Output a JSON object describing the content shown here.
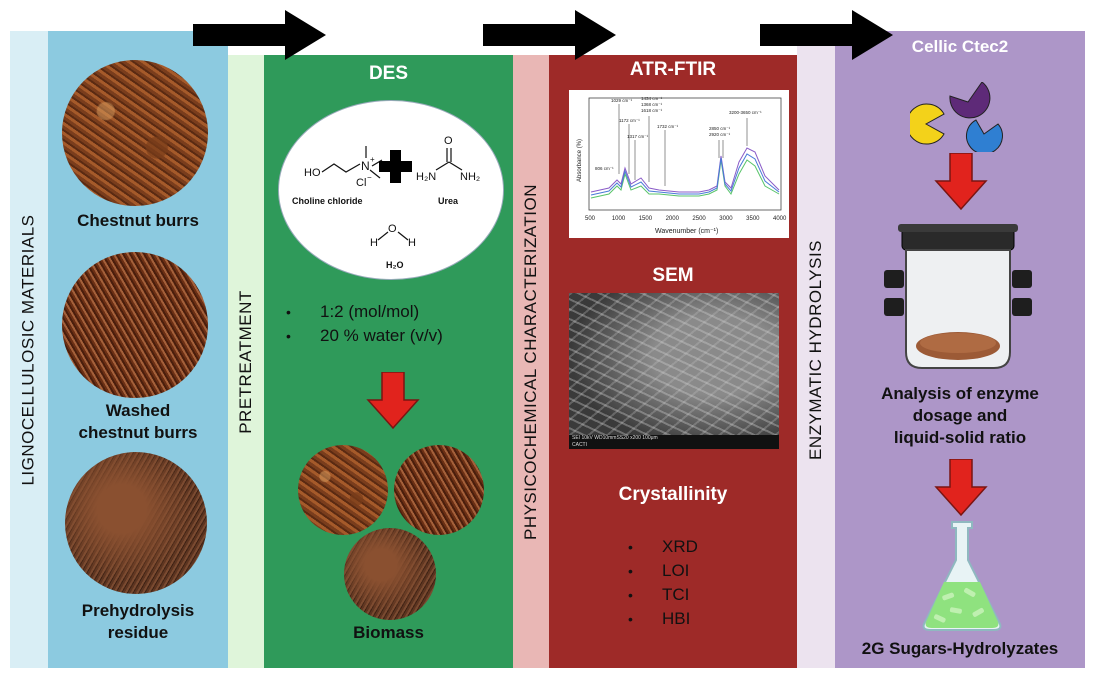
{
  "strips": {
    "lignocellulosic": "LIGNOCELLULOSIC MATERIALS",
    "pretreatment": "PRETREATMENT",
    "physicochemical": "PHYSICOCHEMICAL CHARACTERIZATION",
    "enzymatic": "ENZYMATIC HYDROLYSIS"
  },
  "materials": {
    "chestnut_burrs": "Chestnut burrs",
    "washed_line1": "Washed",
    "washed_line2": "chestnut burrs",
    "prehydrolysis_line1": "Prehydrolysis",
    "prehydrolysis_line2": "residue"
  },
  "des": {
    "title": "DES",
    "choline_label": "Choline chloride",
    "urea_label": "Urea",
    "water_label": "H₂O",
    "chem": {
      "ho": "HO",
      "n": "N",
      "plus": "+",
      "cl": "Cl",
      "minus": "−",
      "h2n": "H₂N",
      "nh2": "NH₂",
      "o": "O",
      "h": "H"
    },
    "bullets": [
      "1:2 (mol/mol)",
      "20 % water (v/v)"
    ],
    "biomass": "Biomass"
  },
  "physchem": {
    "ftir_title": "ATR-FTIR",
    "sem_title": "SEM",
    "crystallinity_title": "Crystallinity",
    "crystallinity_items": [
      "XRD",
      "LOI",
      "TCI",
      "HBI"
    ],
    "ftir": {
      "ylabel": "Absorbance (%)",
      "xlabel": "Wavenumber (cm⁻¹)",
      "ticks": [
        "500",
        "1000",
        "1500",
        "2000",
        "2500",
        "3000",
        "3500",
        "4000"
      ],
      "annotations": [
        "1029 cm⁻¹",
        "1434 cm⁻¹",
        "1368 cm⁻¹",
        "1618 cm⁻¹",
        "1172 cm⁻¹",
        "1317 cm⁻¹",
        "1732 cm⁻¹",
        "806 cm⁻¹",
        "2850 cm⁻¹",
        "2920 cm⁻¹",
        "3200-3650 cm⁻¹"
      ]
    },
    "sem_info": {
      "line1": "SEI   10kV   WD10mmSS20   x200   100μm",
      "line2": "CACTI"
    }
  },
  "enzyme": {
    "title": "Cellic Ctec2",
    "analysis_line1": "Analysis of enzyme",
    "analysis_line2": "dosage and",
    "analysis_line3": "liquid-solid ratio",
    "result": "2G Sugars-Hydrolyzates"
  },
  "colors": {
    "light_blue_strip": "#d9eef5",
    "blue_panel": "#8ccae0",
    "light_green_strip": "#dff5da",
    "green_panel": "#2f9a5a",
    "pink_strip": "#e9b7b5",
    "red_panel": "#9e2a28",
    "lavender_strip": "#ece3ef",
    "purple_panel": "#ad96c8",
    "arrow_red": "#e1231d"
  }
}
